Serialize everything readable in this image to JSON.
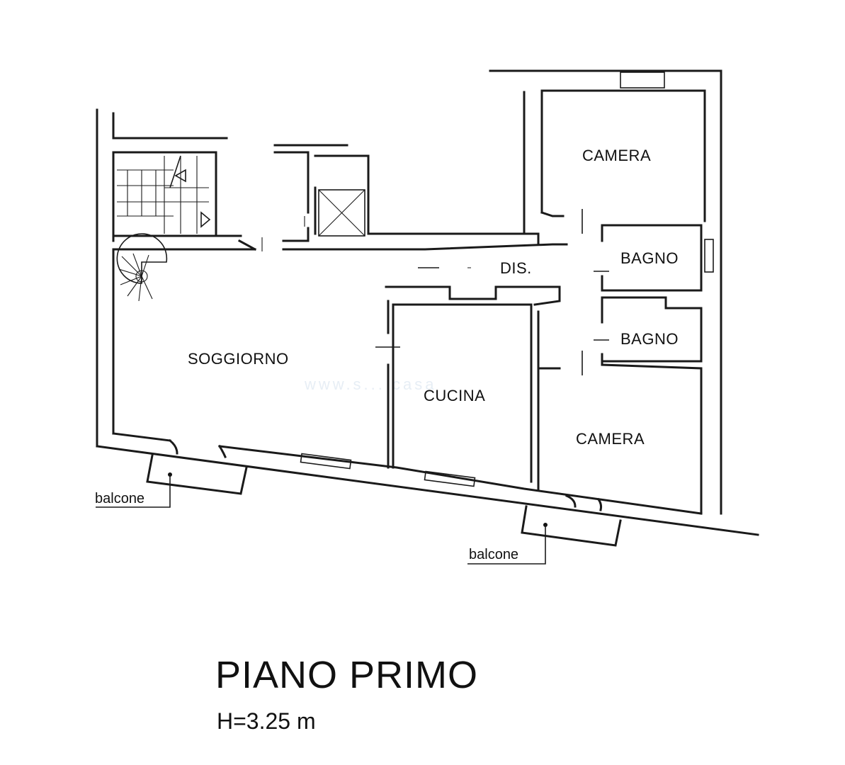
{
  "plan": {
    "rooms": {
      "camera_top": "CAMERA",
      "bagno_top": "BAGNO",
      "dis": "DIS.",
      "bagno_bottom": "BAGNO",
      "soggiorno": "SOGGIORNO",
      "cucina": "CUCINA",
      "camera_bottom": "CAMERA"
    },
    "balconies": {
      "left": "balcone",
      "right": "balcone"
    },
    "watermark": "www.s... casa"
  },
  "title": "PIANO PRIMO",
  "subtitle": "H=3.25 m"
}
